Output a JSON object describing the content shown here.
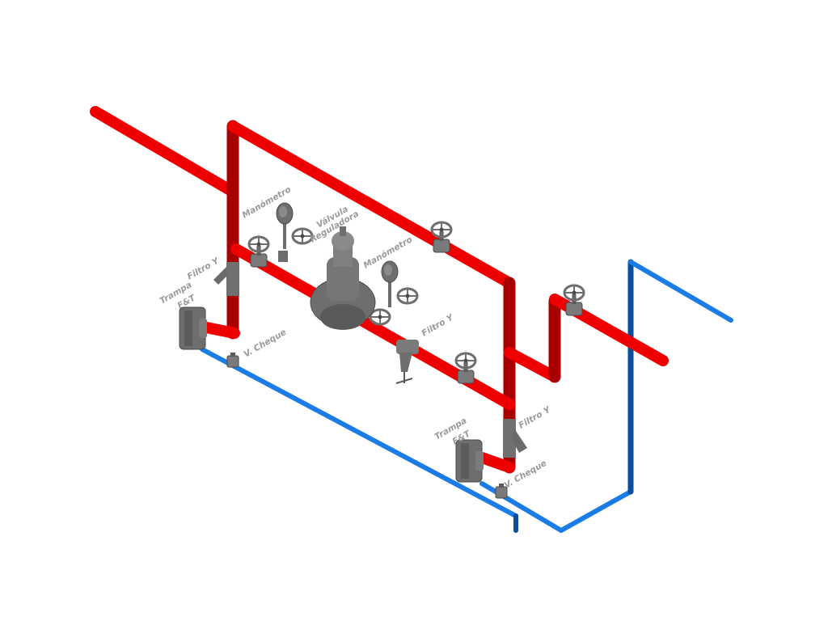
{
  "colors": {
    "steam": "#ee0000",
    "steam_dark": "#a80000",
    "condensate": "#1c7ce6",
    "condensate_dark": "#0a4e9e",
    "equipment": "#6e6e6e",
    "equipment_dark": "#4a4a4a",
    "equipment_light": "#9a9a9a"
  },
  "labels": {
    "manometro_1": "Manómetro",
    "valvula_line1": "Válvula",
    "valvula_line2": "Reguladora",
    "manometro_2": "Manómetro",
    "filtro_y_1": "Filtro Y",
    "filtro_y_2": "Filtro Y",
    "filtro_y_3": "Filtro Y",
    "trampa_1_line1": "Trampa",
    "trampa_1_line2": "F&T",
    "trampa_2_line1": "Trampa",
    "trampa_2_line2": "F&T",
    "cheque_1": "V. Cheque",
    "cheque_2": "V. Cheque"
  },
  "icons": {
    "gate_valve": "handwheel-valve-icon",
    "pressure_gauge": "pressure-gauge-icon",
    "regulator": "pressure-regulator-icon",
    "y_strainer": "y-strainer-icon",
    "steam_trap": "steam-trap-icon",
    "check_valve": "check-valve-icon"
  }
}
